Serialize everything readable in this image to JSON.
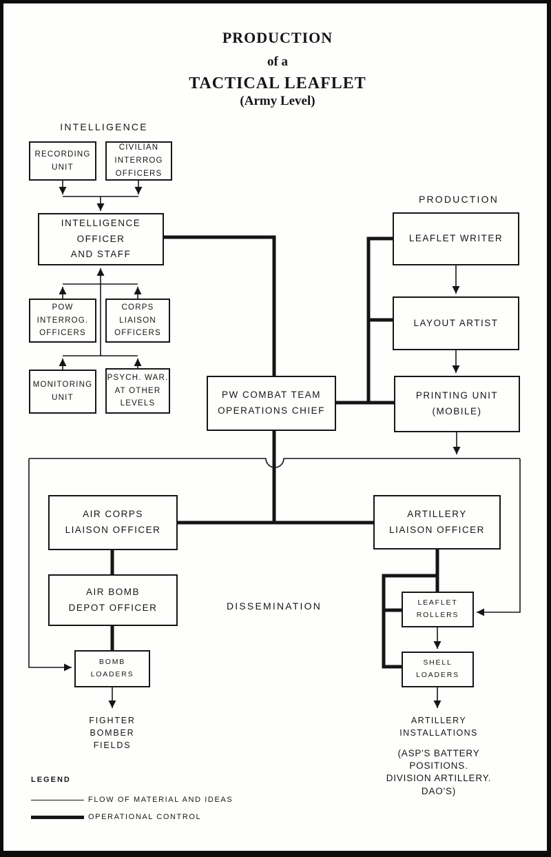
{
  "colors": {
    "ink": "#151515",
    "paper": "#fefefc"
  },
  "title": {
    "line1": "PRODUCTION",
    "line2": "of a",
    "line3": "TACTICAL LEAFLET",
    "line4": "(Army Level)"
  },
  "sections": {
    "intelligence": "INTELLIGENCE",
    "production": "PRODUCTION",
    "dissemination": "DISSEMINATION"
  },
  "boxes": {
    "recording_unit": "RECORDING\nUNIT",
    "civilian_interrog_officers": "CIVILIAN\nINTERROG\nOFFICERS",
    "intelligence_officer_and_staff": "INTELLIGENCE\nOFFICER\nAND STAFF",
    "pow_interrog_officers": "POW\nINTERROG.\nOFFICERS",
    "corps_liaison_officers": "CORPS\nLIAISON\nOFFICERS",
    "monitoring_unit": "MONITORING\nUNIT",
    "psych_war_at_other_levels": "PSYCH. WAR.\nAT OTHER\nLEVELS",
    "pw_combat_team_operations_chief": "PW COMBAT TEAM\nOPERATIONS CHIEF",
    "leaflet_writer": "LEAFLET WRITER",
    "layout_artist": "LAYOUT ARTIST",
    "printing_unit_mobile": "PRINTING UNIT\n(MOBILE)",
    "air_corps_liaison_officer": "AIR CORPS\nLIAISON OFFICER",
    "artillery_liaison_officer": "ARTILLERY\nLIAISON OFFICER",
    "air_bomb_depot_officer": "AIR BOMB\nDEPOT OFFICER",
    "bomb_loaders": "BOMB\nLOADERS",
    "leaflet_rollers": "LEAFLET\nROLLERS",
    "shell_loaders": "SHELL\nLOADERS"
  },
  "terminals": {
    "fighter_bomber_fields": "FIGHTER\nBOMBER\nFIELDS",
    "artillery_installations": "ARTILLERY\nINSTALLATIONS",
    "artillery_note": "(ASP'S BATTERY POSITIONS.\nDIVISION ARTILLERY. DAO'S)"
  },
  "legend": {
    "heading": "LEGEND",
    "thin_label": "FLOW OF MATERIAL AND IDEAS",
    "thick_label": "OPERATIONAL CONTROL"
  }
}
